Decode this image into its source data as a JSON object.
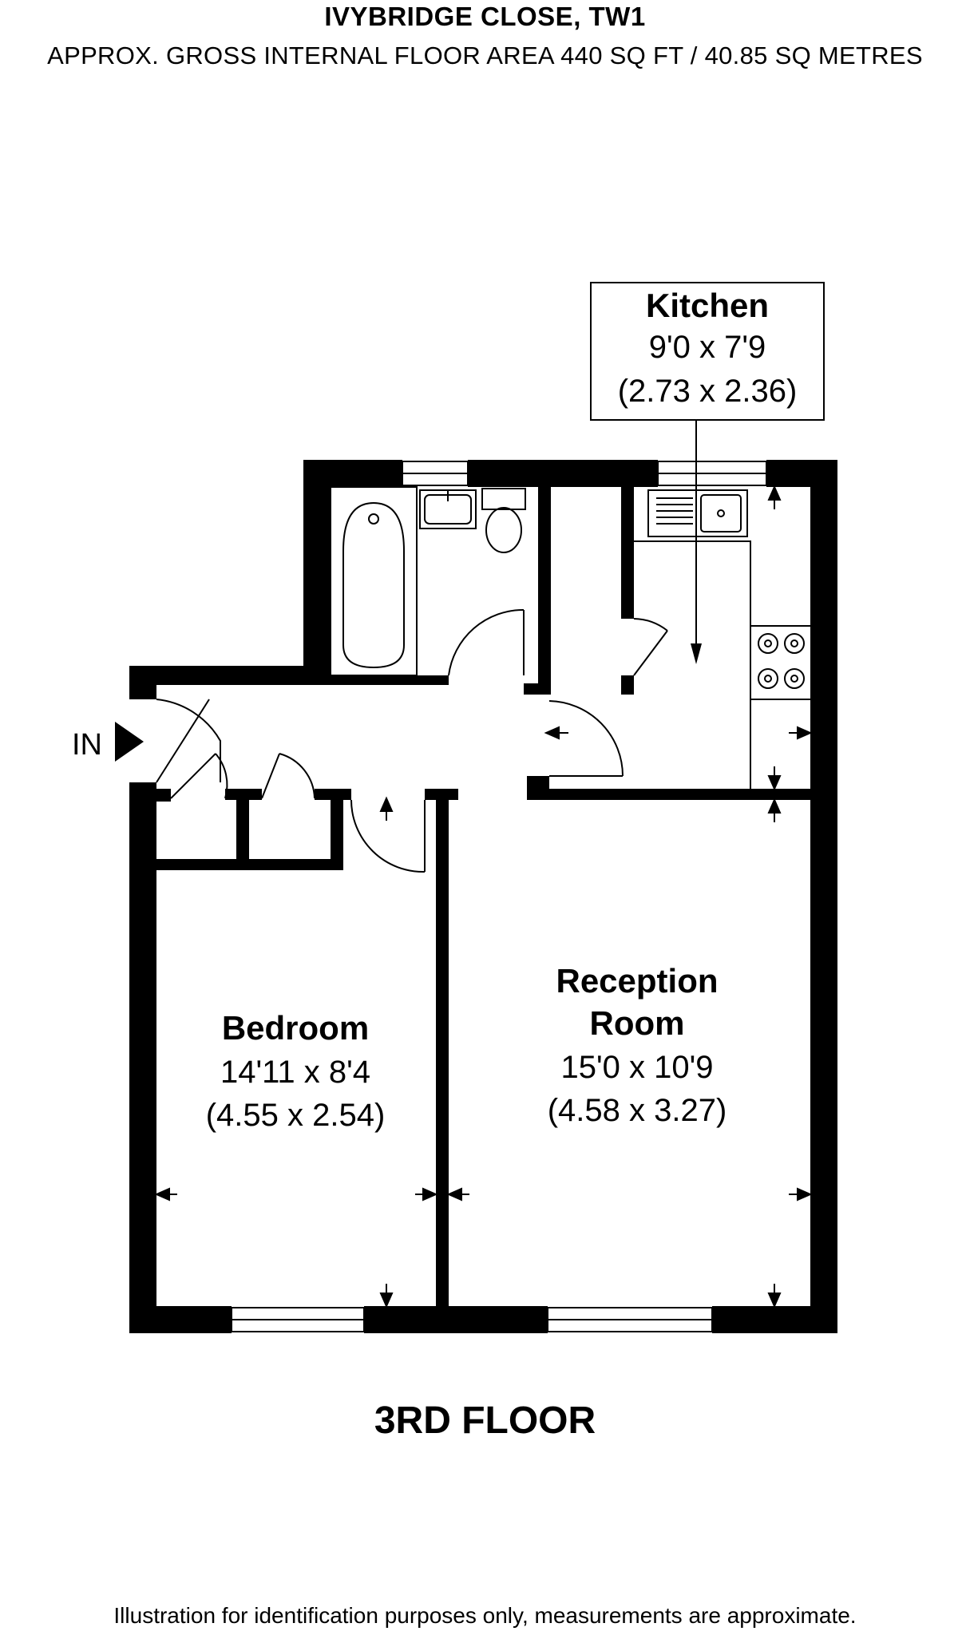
{
  "header": {
    "title": "IVYBRIDGE CLOSE, TW1",
    "subtitle": "APPROX. GROSS INTERNAL FLOOR AREA 440 SQ FT / 40.85 SQ METRES"
  },
  "rooms": {
    "kitchen": {
      "name": "Kitchen",
      "dim_imperial": "9'0 x 7'9",
      "dim_metric": "(2.73 x 2.36)"
    },
    "bedroom": {
      "name": "Bedroom",
      "dim_imperial": "14'11 x 8'4",
      "dim_metric": "(4.55 x 2.54)"
    },
    "reception": {
      "name_line1": "Reception",
      "name_line2": "Room",
      "dim_imperial": "15'0 x 10'9",
      "dim_metric": "(4.58 x 3.27)"
    }
  },
  "entrance_label": "IN",
  "floor_label": "3RD FLOOR",
  "disclaimer": "Illustration for identification purposes only, measurements are approximate."
}
